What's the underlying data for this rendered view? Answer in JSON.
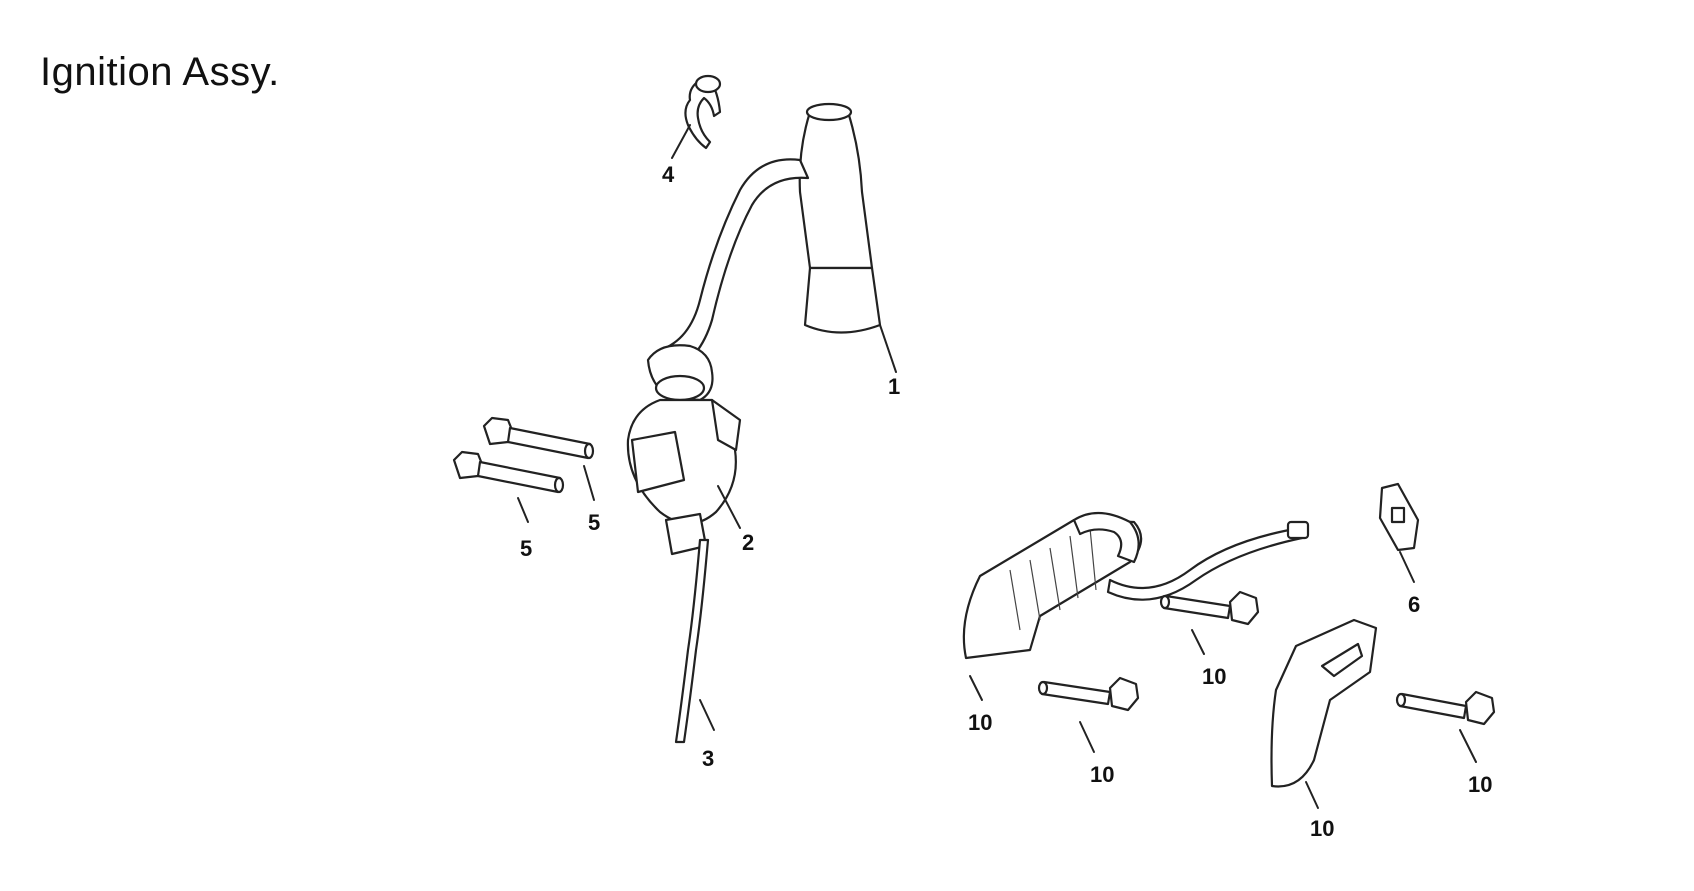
{
  "title": "Ignition Assy.",
  "callouts": {
    "c1": "1",
    "c2": "2",
    "c3": "3",
    "c4": "4",
    "c5a": "5",
    "c5b": "5",
    "c6": "6",
    "c10a": "10",
    "c10b": "10",
    "c10c": "10",
    "c10d": "10",
    "c10e": "10"
  }
}
